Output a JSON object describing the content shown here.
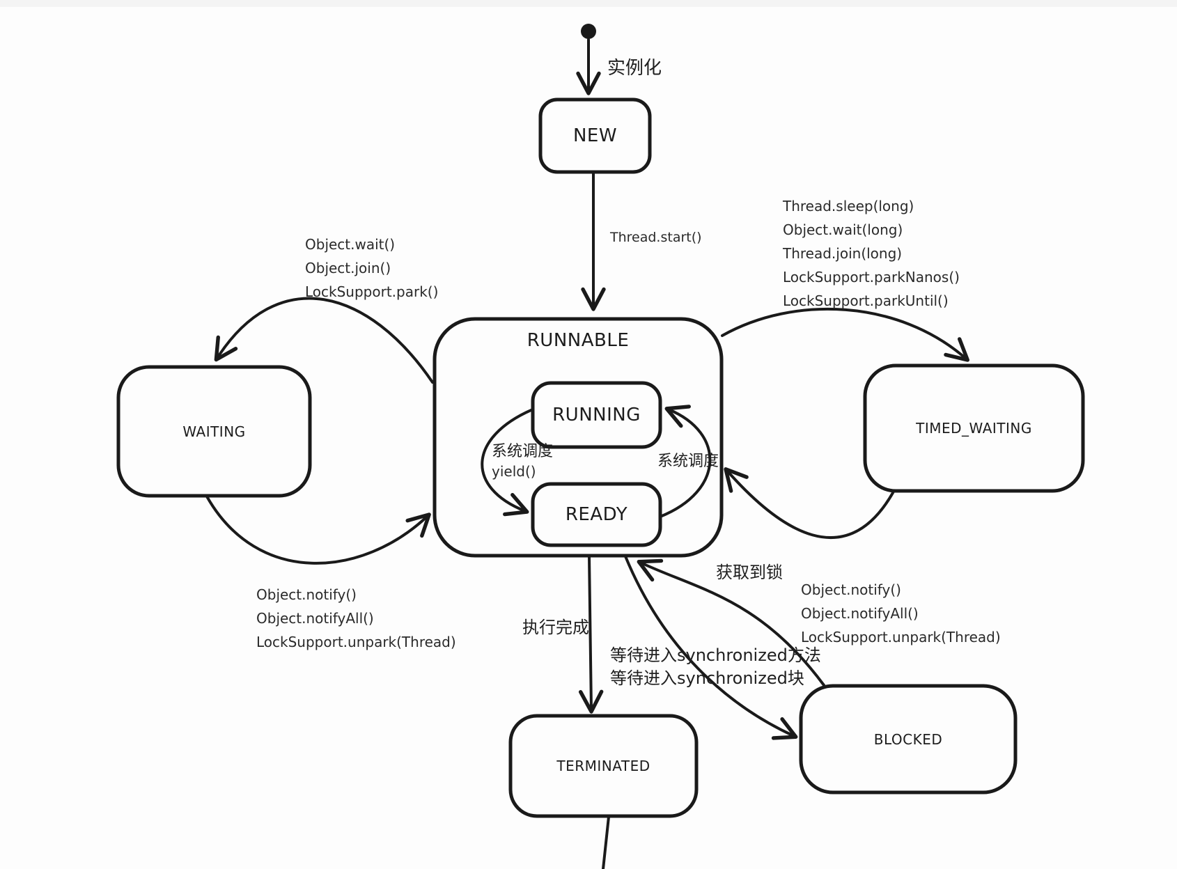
{
  "colors": {
    "ink": "#1a1a1a",
    "background": "#fdfdfd",
    "top_strip": "#f4f4f4"
  },
  "states": {
    "new": "NEW",
    "runnable": "RUNNABLE",
    "running": "RUNNING",
    "ready": "READY",
    "waiting": "WAITING",
    "timed_waiting": "TIMED_WAITING",
    "blocked": "BLOCKED",
    "terminated": "TERMINATED"
  },
  "transitions": {
    "instantiate": "实例化",
    "start": "Thread.start()",
    "runnable_to_waiting": [
      "Object.wait()",
      "Object.join()",
      "LockSupport.park()"
    ],
    "waiting_to_runnable": [
      "Object.notify()",
      "Object.notifyAll()",
      "LockSupport.unpark(Thread)"
    ],
    "runnable_to_timed_waiting": [
      "Thread.sleep(long)",
      "Object.wait(long)",
      "Thread.join(long)",
      "LockSupport.parkNanos()",
      "LockSupport.parkUntil()"
    ],
    "timed_waiting_to_runnable": [
      "Object.notify()",
      "Object.notifyAll()",
      "LockSupport.unpark(Thread)"
    ],
    "running_to_ready_schedule": "系统调度",
    "running_to_ready_yield": "yield()",
    "ready_to_running_schedule": "系统调度",
    "execution_complete": "执行完成",
    "lock_acquired": "获取到锁",
    "wait_synchronized_method": "等待进入synchronized方法",
    "wait_synchronized_block": "等待进入synchronized块"
  }
}
